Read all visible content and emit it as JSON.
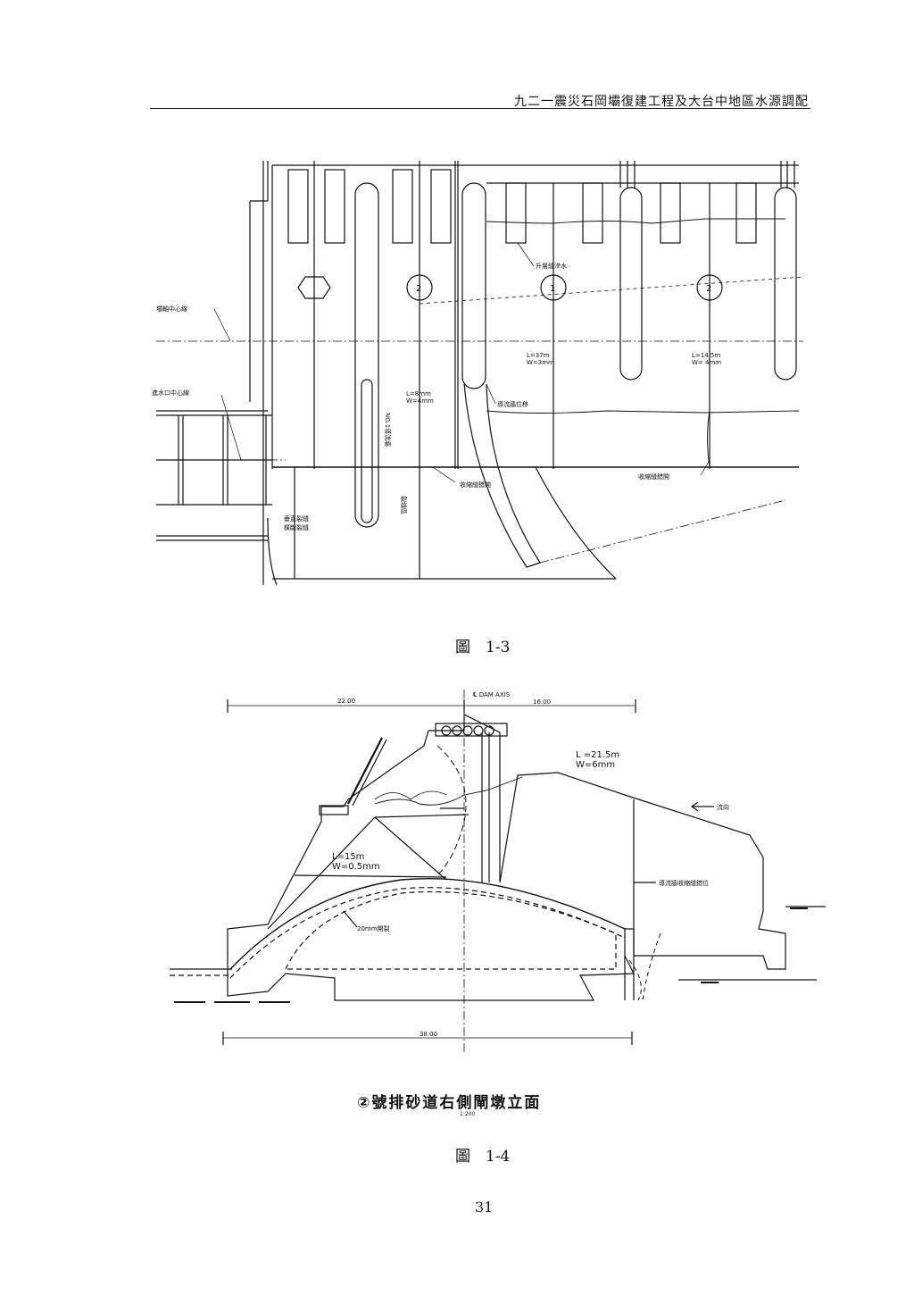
{
  "header": {
    "title": "九二一震災石岡壩復建工程及大台中地區水源調配"
  },
  "figure1": {
    "caption": "圖　1-3",
    "labels": {
      "dam_axis": "壩軸中心線",
      "inlet_axis": "進水口中心線",
      "lift_joint": "升層縫滲水",
      "guide_wall": "導流牆位移",
      "shrink_joint_a": "收縮縫錯開",
      "shrink_joint_b": "收縮縫錯開",
      "vertical_crack": "垂直裂縫",
      "horizontal_crack": "橫斷裂縫",
      "crack_label": "裂縫區",
      "no1_wall": "NO.1導流牆",
      "pier_1": "1",
      "pier_2": "2",
      "dim_a_L": "L=37m",
      "dim_a_W": "W=3mm",
      "dim_b_L": "L=14.5m",
      "dim_b_W": "W= 4mm",
      "dim_c_L": "L=8mm",
      "dim_c_W": "W=4mm"
    }
  },
  "figure2": {
    "caption": "圖　1-4",
    "title": "②號排砂道右側閘墩立面",
    "scale": "1:200",
    "labels": {
      "dam_axis": "℄ DAM AXIS",
      "dim_left": "22.00",
      "dim_right": "16.00",
      "dim_bottom": "38.00",
      "crack_a_L": "L =21.5m",
      "crack_a_W": "W=6mm",
      "crack_b_L": "L=15m",
      "crack_b_W": "W=0.5mm",
      "flow": "流向",
      "guide_wall_joint": "導流牆收縮縫錯位",
      "crack_20mm": "20mm開裂"
    }
  },
  "footer": {
    "page_number": "31"
  }
}
